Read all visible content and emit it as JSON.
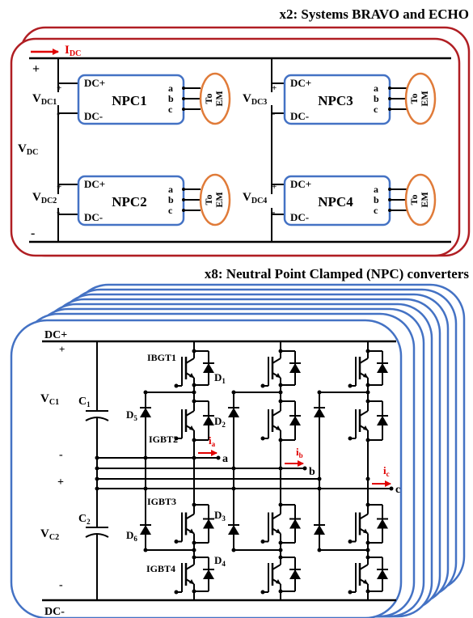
{
  "top": {
    "title": "x2: Systems BRAVO and ECHO",
    "idc": {
      "main": "I",
      "sub": "DC"
    },
    "plus": "+",
    "minus": "-",
    "vdc": {
      "main": "V",
      "sub": "DC"
    },
    "blocks": [
      {
        "name": "NPC1",
        "v_main": "V",
        "v_sub": "DC1"
      },
      {
        "name": "NPC2",
        "v_main": "V",
        "v_sub": "DC2"
      },
      {
        "name": "NPC3",
        "v_main": "V",
        "v_sub": "DC3"
      },
      {
        "name": "NPC4",
        "v_main": "V",
        "v_sub": "DC4"
      }
    ],
    "dcp": "DC+",
    "dcm": "DC-",
    "phases": [
      "a",
      "b",
      "c"
    ],
    "em_to": "To",
    "em_em": "EM"
  },
  "bottom": {
    "title": "x8: Neutral Point Clamped (NPC) converters",
    "dcp": "DC+",
    "dcm": "DC-",
    "plus": "+",
    "minus": "-",
    "vc1": {
      "main": "V",
      "sub": "C1"
    },
    "vc2": {
      "main": "V",
      "sub": "C2"
    },
    "c1": {
      "main": "C",
      "sub": "1"
    },
    "c2": {
      "main": "C",
      "sub": "2"
    },
    "igbt": [
      "IBGT1",
      "IGBT2",
      "IGBT3",
      "IGBT4"
    ],
    "d1": {
      "main": "D",
      "sub": "1"
    },
    "d2": {
      "main": "D",
      "sub": "2"
    },
    "d3": {
      "main": "D",
      "sub": "3"
    },
    "d4": {
      "main": "D",
      "sub": "4"
    },
    "d5": {
      "main": "D",
      "sub": "5"
    },
    "d6": {
      "main": "D",
      "sub": "6"
    },
    "ia": {
      "main": "i",
      "sub": "a"
    },
    "ib": {
      "main": "i",
      "sub": "b"
    },
    "ic": {
      "main": "i",
      "sub": "c"
    },
    "out": [
      "a",
      "b",
      "c"
    ]
  },
  "colors": {
    "frame_red": "#b01e23",
    "frame_blue": "#4472c4",
    "orange": "#e07b39",
    "arrow_red": "#e00000"
  }
}
